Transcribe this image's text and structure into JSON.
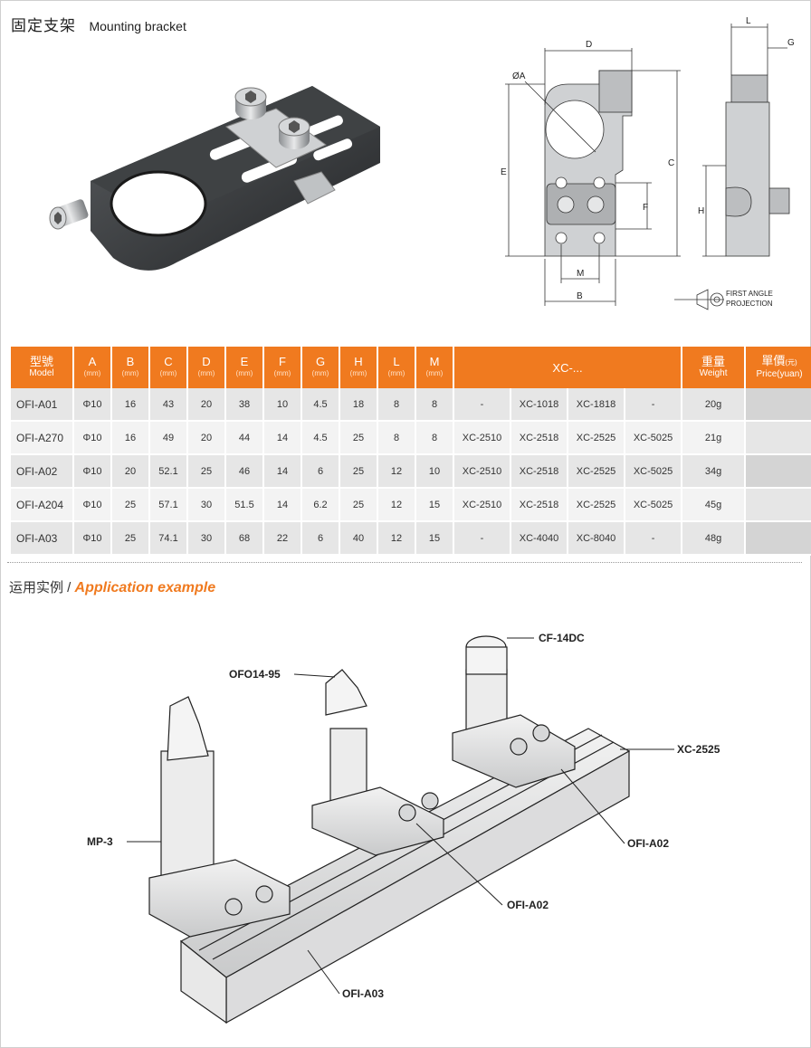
{
  "header": {
    "title_cn": "固定支架",
    "title_en": "Mounting bracket"
  },
  "drawing": {
    "labels": {
      "D": "D",
      "A": "ØA",
      "E": "E",
      "C": "C",
      "F": "F",
      "M": "M",
      "B": "B",
      "L": "L",
      "G": "G",
      "H": "H"
    },
    "projection_line1": "FIRST ANGLE",
    "projection_line2": "PROJECTION"
  },
  "table": {
    "headers": [
      {
        "cn": "型號",
        "sub": "Model"
      },
      {
        "cn": "A",
        "sub": "(mm)"
      },
      {
        "cn": "B",
        "sub": "(mm)"
      },
      {
        "cn": "C",
        "sub": "(mm)"
      },
      {
        "cn": "D",
        "sub": "(mm)"
      },
      {
        "cn": "E",
        "sub": "(mm)"
      },
      {
        "cn": "F",
        "sub": "(mm)"
      },
      {
        "cn": "G",
        "sub": "(mm)"
      },
      {
        "cn": "H",
        "sub": "(mm)"
      },
      {
        "cn": "L",
        "sub": "(mm)"
      },
      {
        "cn": "M",
        "sub": "(mm)"
      },
      {
        "cn": "XC-...",
        "sub": ""
      },
      {
        "cn": "重量",
        "sub": "Weight"
      },
      {
        "cn": "單價",
        "cn_small": "(元)",
        "sub": "Price(yuan)"
      }
    ],
    "rows": [
      [
        "OFI-A01",
        "Φ10",
        "16",
        "43",
        "20",
        "38",
        "10",
        "4.5",
        "18",
        "8",
        "8",
        "-",
        "XC-1018",
        "XC-1818",
        "-",
        "20g",
        ""
      ],
      [
        "OFI-A270",
        "Φ10",
        "16",
        "49",
        "20",
        "44",
        "14",
        "4.5",
        "25",
        "8",
        "8",
        "XC-2510",
        "XC-2518",
        "XC-2525",
        "XC-5025",
        "21g",
        ""
      ],
      [
        "OFI-A02",
        "Φ10",
        "20",
        "52.1",
        "25",
        "46",
        "14",
        "6",
        "25",
        "12",
        "10",
        "XC-2510",
        "XC-2518",
        "XC-2525",
        "XC-5025",
        "34g",
        ""
      ],
      [
        "OFI-A204",
        "Φ10",
        "25",
        "57.1",
        "30",
        "51.5",
        "14",
        "6.2",
        "25",
        "12",
        "15",
        "XC-2510",
        "XC-2518",
        "XC-2525",
        "XC-5025",
        "45g",
        ""
      ],
      [
        "OFI-A03",
        "Φ10",
        "25",
        "74.1",
        "30",
        "68",
        "22",
        "6",
        "40",
        "12",
        "15",
        "-",
        "XC-4040",
        "XC-8040",
        "-",
        "48g",
        ""
      ]
    ]
  },
  "application": {
    "title_cn": "运用实例 / ",
    "title_en": "Application example",
    "callouts": {
      "cf": "CF-14DC",
      "ofo": "OFO14-95",
      "xc": "XC-2525",
      "mp": "MP-3",
      "a02a": "OFI-A02",
      "a02b": "OFI-A02",
      "a03": "OFI-A03"
    }
  }
}
